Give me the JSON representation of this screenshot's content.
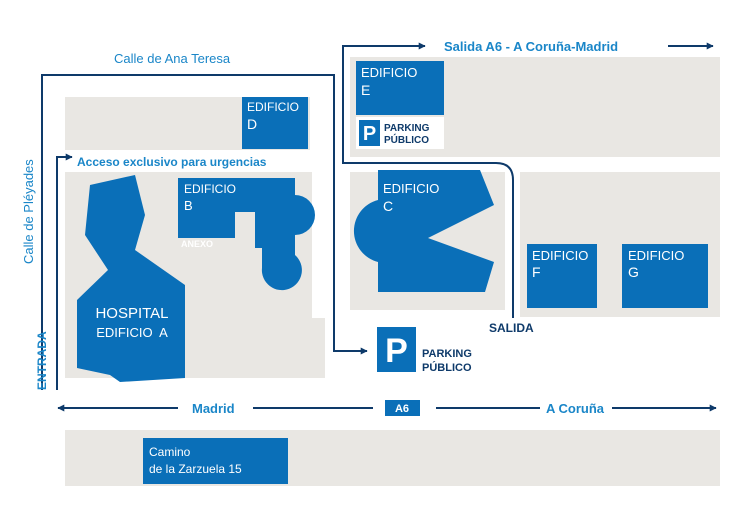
{
  "colors": {
    "building": "#0a6fb8",
    "road_line": "#0e3a6a",
    "label_blue": "#1a86c8",
    "block": "#e9e7e3",
    "white": "#ffffff"
  },
  "streets": {
    "top": "Calle de Ana Teresa",
    "left": "Calle de Pléyades",
    "exit_a6": "Salida A6 - A Coruña-Madrid",
    "madrid": "Madrid",
    "a6": "A6",
    "coruna": "A Coruña",
    "entrada": "ENTRADA",
    "salida": "SALIDA",
    "urgencias": "Acceso exclusivo para urgencias"
  },
  "buildings": {
    "hospital_line1": "HOSPITAL",
    "hospital_line2": "EDIFICIO  A",
    "b_line1": "EDIFICIO",
    "b_line2": "B",
    "anexo": "ANEXO",
    "c_line1": "EDIFICIO",
    "c_line2": "C",
    "d_line1": "EDIFICIO",
    "d_line2": "D",
    "e_line1": "EDIFICIO",
    "e_line2": "E",
    "f_line1": "EDIFICIO",
    "f_line2": "F",
    "g_line1": "EDIFICIO",
    "g_line2": "G",
    "camino_line1": "Camino",
    "camino_line2": "de la Zarzuela 15"
  },
  "parking": {
    "symbol": "P",
    "label_line1": "PARKING",
    "label_line2": "PÚBLICO"
  }
}
